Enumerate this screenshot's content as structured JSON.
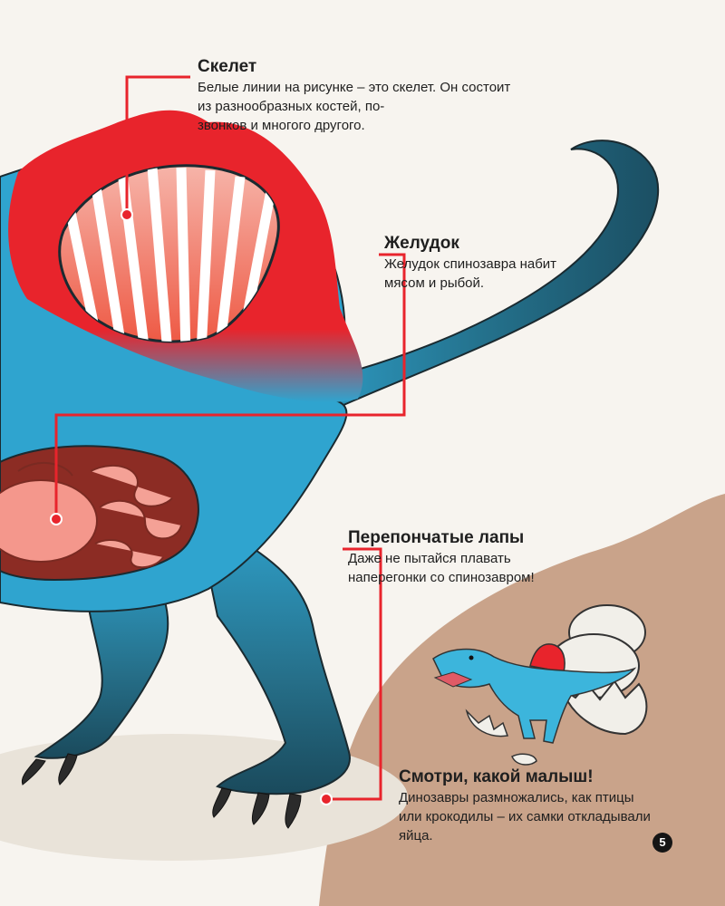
{
  "callouts": {
    "skeleton": {
      "title": "Скелет",
      "body": "Белые линии на рисунке – это скелет. Он состоит\nиз разнообразных костей, по-\nзвонков и многого другого."
    },
    "stomach": {
      "title": "Желудок",
      "body": "Желудок спинозавра набит\nмясом и рыбой."
    },
    "feet": {
      "title": "Перепончатые лапы",
      "body": "Даже не пытайся плавать\nнаперегонки со спинозавром!"
    },
    "baby": {
      "title": "Смотри, какой малыш!",
      "body": "Динозавры размножались, как птицы\nили крокодилы – их самки откладывали\nяйца."
    }
  },
  "page_number": "5",
  "colors": {
    "page_background": "#f7f4ef",
    "sand": "#c9a38a",
    "dino_blue": "#2fa4cf",
    "dino_dark": "#1b4f63",
    "sail_red": "#e8242c",
    "leader_line": "#e8242c",
    "text": "#1f1f1f"
  }
}
